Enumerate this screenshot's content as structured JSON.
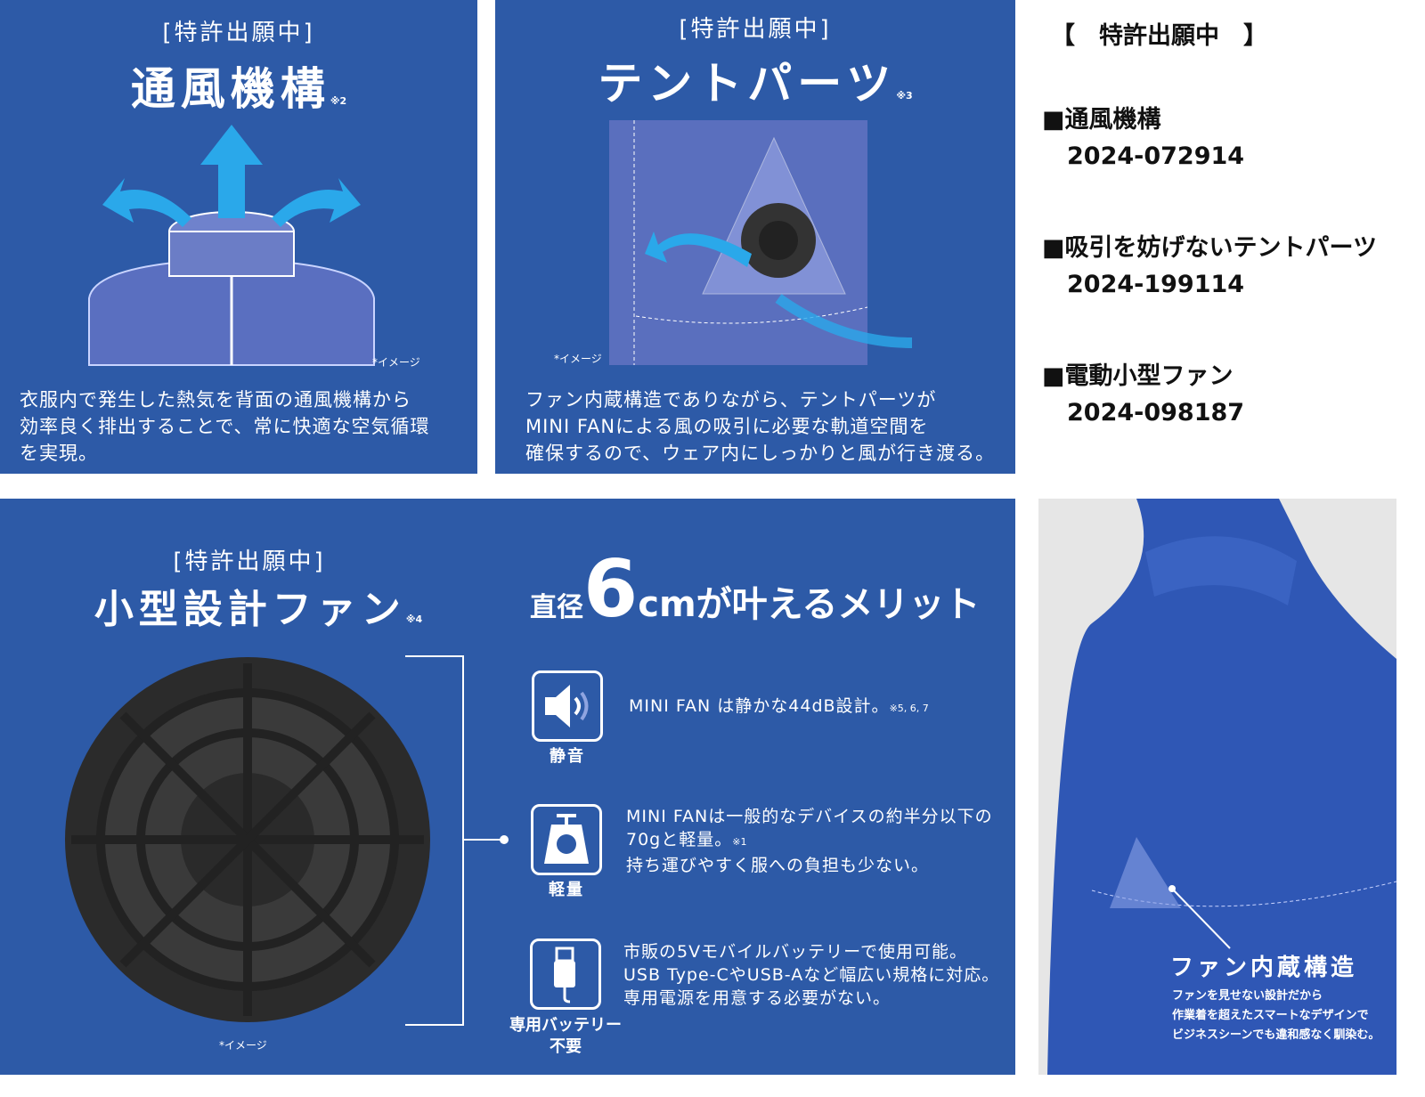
{
  "colors": {
    "panel_blue": "#2d5aa7",
    "text_dark": "#111111",
    "photo_bg": "#e6e6e6"
  },
  "panel_vent": {
    "tag": "[特許出願中]",
    "title": "通風機構",
    "note": "※2",
    "image_note": "*イメージ",
    "description": [
      "衣服内で発生した熱気を背面の通風機構から",
      "効率良く排出することで、常に快適な空気循環",
      "を実現。"
    ]
  },
  "panel_tent": {
    "tag": "[特許出願中]",
    "title": "テントパーツ",
    "note": "※3",
    "image_note": "*イメージ",
    "description": [
      "ファン内蔵構造でありながら、テントパーツが",
      "MINI FANによる風の吸引に必要な軌道空間を",
      "確保するので、ウェア内にしっかりと風が行き渡る。"
    ]
  },
  "patents": {
    "heading": "【　特許出願中　】",
    "items": [
      {
        "label": "■通風機構",
        "number": "2024-072914"
      },
      {
        "label": "■吸引を妨げないテントパーツ",
        "number": "2024-199114"
      },
      {
        "label": "■電動小型ファン",
        "number": "2024-098187"
      }
    ]
  },
  "panel_fan": {
    "tag": "[特許出願中]",
    "title": "小型設計ファン",
    "note": "※4",
    "image_note": "*イメージ",
    "headline": {
      "pre": "直径",
      "big": "6",
      "unit": "cm",
      "post": "が叶えるメリット"
    },
    "features": [
      {
        "icon": "speaker-icon",
        "label": "静音",
        "lines": [
          "MINI FAN は静かな44dB設計。"
        ],
        "note": "※5, 6, 7"
      },
      {
        "icon": "scale-icon",
        "label": "軽量",
        "lines": [
          "MINI FANは一般的なデバイスの約半分以下の",
          "70gと軽量。",
          "持ち運びやすく服への負担も少ない。"
        ],
        "note": "※1"
      },
      {
        "icon": "usb-plug-icon",
        "label": "専用バッテリー\n不要",
        "lines": [
          "市販の5Vモバイルバッテリーで使用可能。",
          "USB Type-CやUSB-Aなど幅広い規格に対応。",
          "専用電源を用意する必要がない。"
        ]
      }
    ]
  },
  "photo": {
    "title": "ファン内蔵構造",
    "lines": [
      "ファンを見せない設計だから",
      "作業着を超えたスマートなデザインで",
      "ビジネスシーンでも違和感なく馴染む。"
    ]
  }
}
